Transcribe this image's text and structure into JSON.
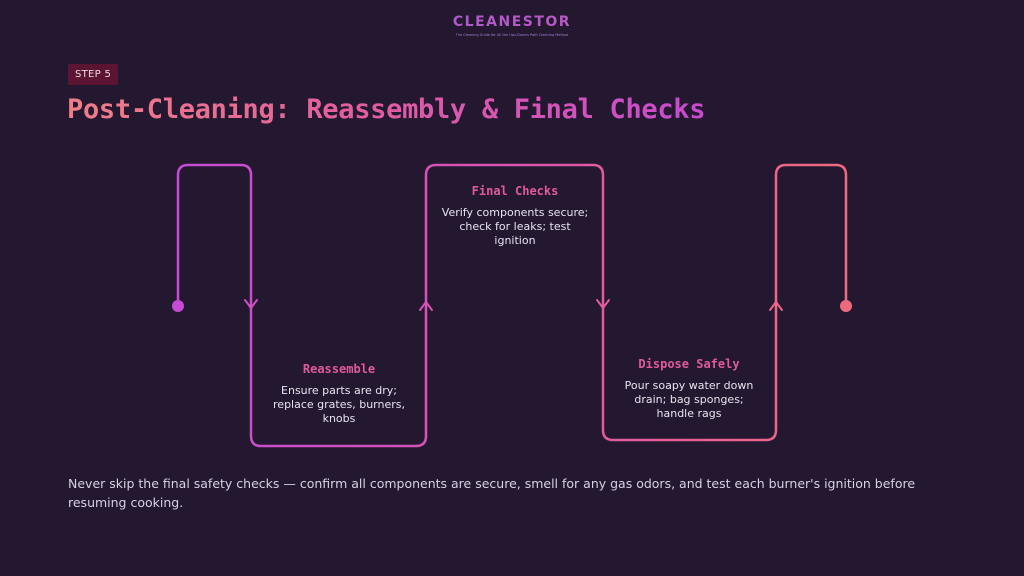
{
  "brand": {
    "name": "CLEANESTOR",
    "tagline": "The Cleaning Guide for All the Ups-Downs Path Cleaning Method"
  },
  "step_badge": "STEP 5",
  "title": "Post-Cleaning: Reassembly & Final Checks",
  "steps": [
    {
      "title": "Reassemble",
      "desc": "Ensure parts are dry; replace grates, burners, knobs"
    },
    {
      "title": "Final Checks",
      "desc": "Verify components secure; check for leaks; test ignition"
    },
    {
      "title": "Dispose Safely",
      "desc": "Pour soapy water down drain; bag sponges; handle rags"
    }
  ],
  "footer_note": "Never skip the final safety checks — confirm all components are secure, smell for any gas odors, and test each burner's ignition before resuming cooking.",
  "colors": {
    "background": "#231830",
    "accent_start": "#c64bd4",
    "accent_end": "#f06a7e",
    "badge_bg": "#5b1533"
  }
}
